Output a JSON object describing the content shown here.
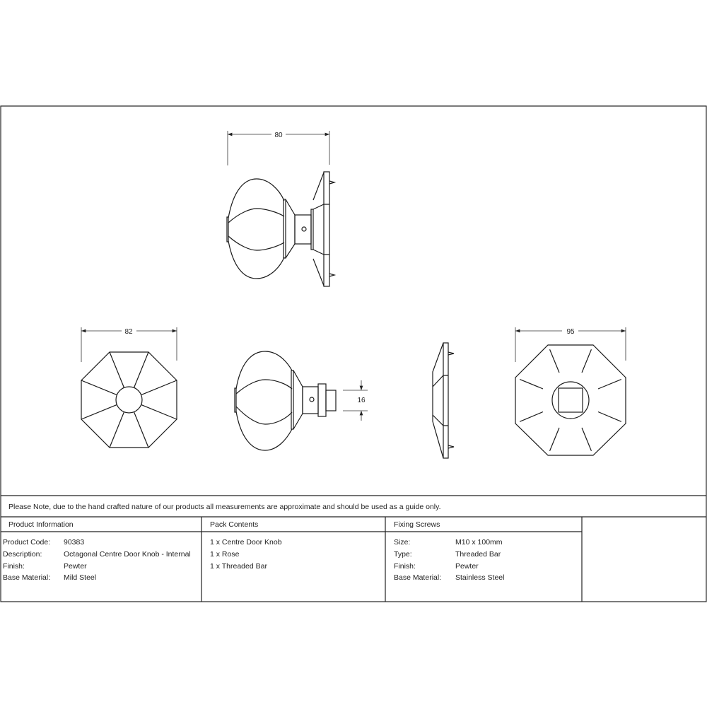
{
  "drawing": {
    "dimensions": {
      "knob_length": "80",
      "knob_width": "82",
      "spindle": "16",
      "rose_width": "95"
    }
  },
  "note": "Please Note, due to the hand crafted nature of our products all measurements are approximate and should be used as a guide only.",
  "product_information": {
    "heading": "Product Information",
    "rows": [
      {
        "label": "Product Code:",
        "value": "90383"
      },
      {
        "label": "Description:",
        "value": "Octagonal Centre Door Knob - Internal"
      },
      {
        "label": "Finish:",
        "value": "Pewter"
      },
      {
        "label": "Base Material:",
        "value": "Mild Steel"
      }
    ]
  },
  "pack_contents": {
    "heading": "Pack Contents",
    "items": [
      "1 x Centre Door Knob",
      "1 x Rose",
      "1 x Threaded Bar"
    ]
  },
  "fixing_screws": {
    "heading": "Fixing Screws",
    "rows": [
      {
        "label": "Size:",
        "value": "M10 x 100mm"
      },
      {
        "label": "Type:",
        "value": "Threaded Bar"
      },
      {
        "label": "Finish:",
        "value": "Pewter"
      },
      {
        "label": "Base Material:",
        "value": "Stainless Steel"
      }
    ]
  }
}
